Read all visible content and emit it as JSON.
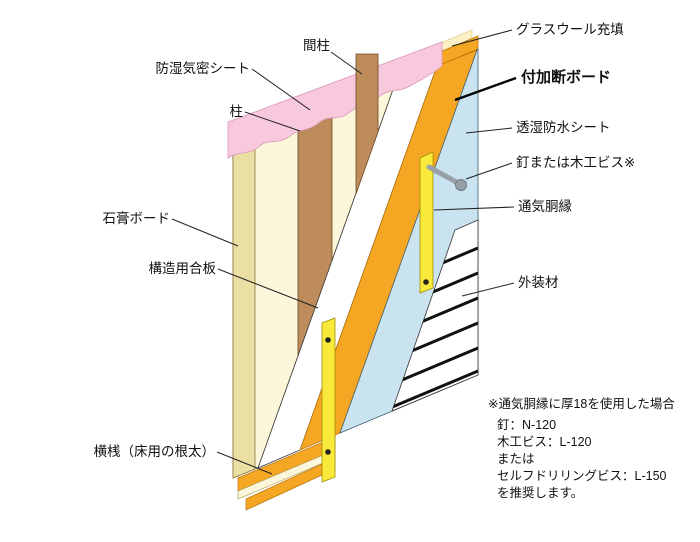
{
  "colors": {
    "gypsum_face": "#FCF6DA",
    "gypsum_edge": "#EBDFA4",
    "post_brown": "#BE8B5A",
    "vapor_pink": "#F8C8DC",
    "glass_wool": "#FAF0C4",
    "insulation_orange": "#F5A623",
    "plywood_white": "#FFFFFF",
    "waterproof_blue": "#C9E3F1",
    "furring_yellow": "#F8E93B",
    "screw_gray": "#98A0A8",
    "siding_white": "#FFFFFF",
    "stripe_black": "#111111"
  },
  "labels": {
    "vapor_barrier": "防湿気密シート",
    "stud": "間柱",
    "glass_wool": "グラスウール充填",
    "insulation_board": "付加断ボード",
    "post": "柱",
    "waterproof_sheet": "透湿防水シート",
    "nail_screw": "釘または木工ビス※",
    "furring_strip": "通気胴縁",
    "gypsum_board": "石膏ボード",
    "plywood": "構造用合板",
    "siding": "外装材",
    "bottom_rail": "横桟（床用の根太）"
  },
  "note": {
    "line1": "※通気胴縁に厚18を使用した場合",
    "line2": "釘：N-120",
    "line3": "木工ビス：L-120",
    "line4": "または",
    "line5": "セルフドリリングビス：L-150",
    "line6": "を推奨します。"
  }
}
